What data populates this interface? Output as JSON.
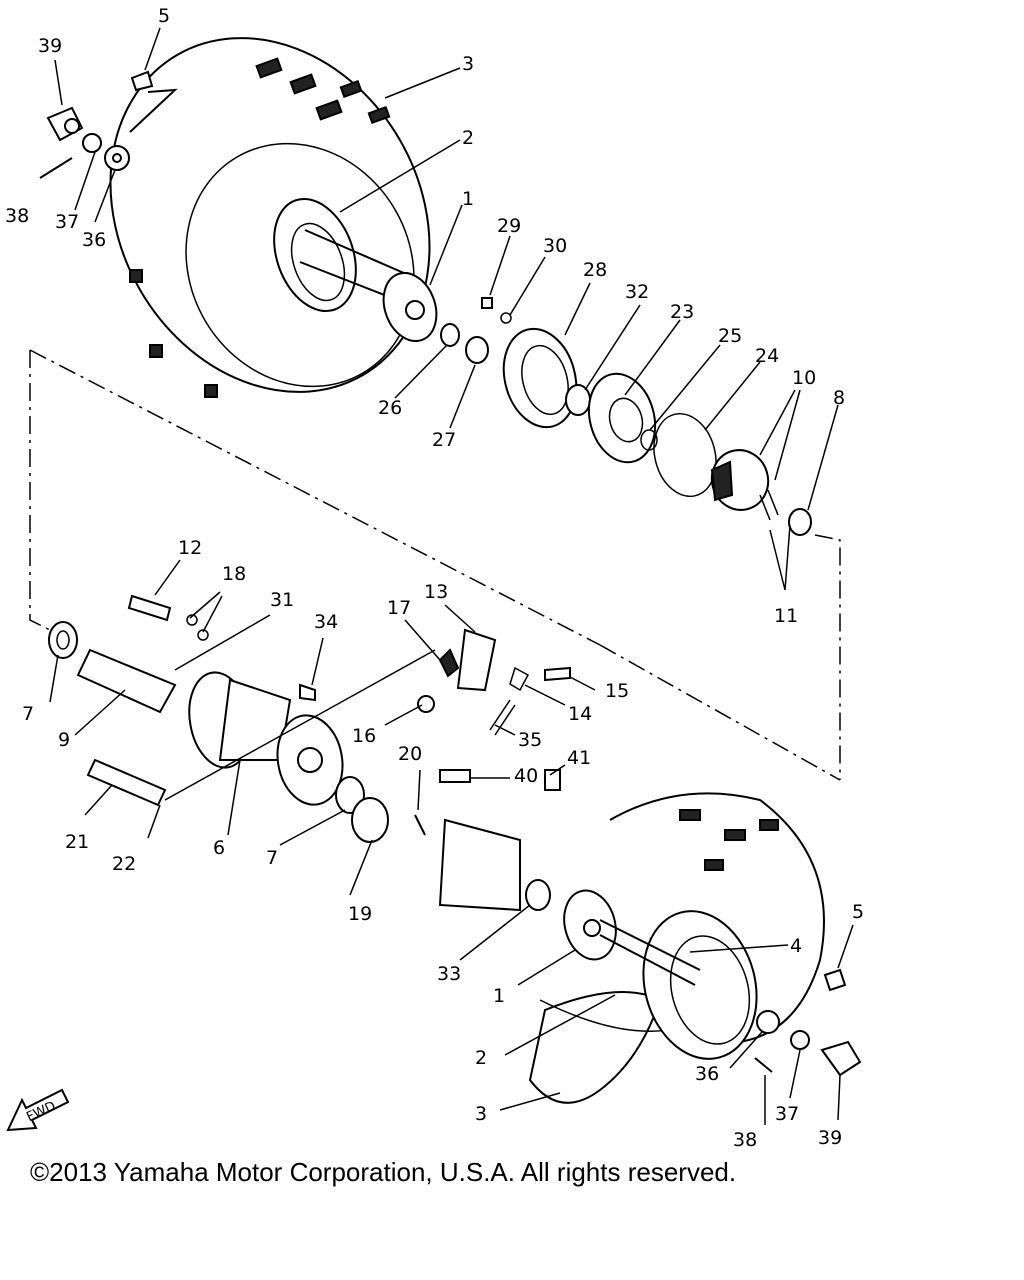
{
  "labels": {
    "l1a": "1",
    "l1b": "1",
    "l2a": "2",
    "l2b": "2",
    "l3a": "3",
    "l3b": "3",
    "l4": "4",
    "l5a": "5",
    "l5b": "5",
    "l6": "6",
    "l7a": "7",
    "l7b": "7",
    "l8": "8",
    "l9": "9",
    "l10": "10",
    "l11": "11",
    "l12": "12",
    "l13": "13",
    "l14": "14",
    "l15": "15",
    "l16": "16",
    "l17": "17",
    "l18": "18",
    "l19": "19",
    "l20": "20",
    "l21": "21",
    "l22": "22",
    "l23": "23",
    "l24": "24",
    "l25": "25",
    "l26": "26",
    "l27": "27",
    "l28": "28",
    "l29": "29",
    "l30": "30",
    "l31": "31",
    "l32": "32",
    "l33": "33",
    "l34": "34",
    "l35": "35",
    "l36a": "36",
    "l36b": "36",
    "l37a": "37",
    "l37b": "37",
    "l38a": "38",
    "l38b": "38",
    "l39a": "39",
    "l39b": "39",
    "l40": "40",
    "l41": "41"
  },
  "fwd_label": "FWD",
  "copyright": "©2013 Yamaha Motor Corporation, U.S.A. All rights reserved."
}
